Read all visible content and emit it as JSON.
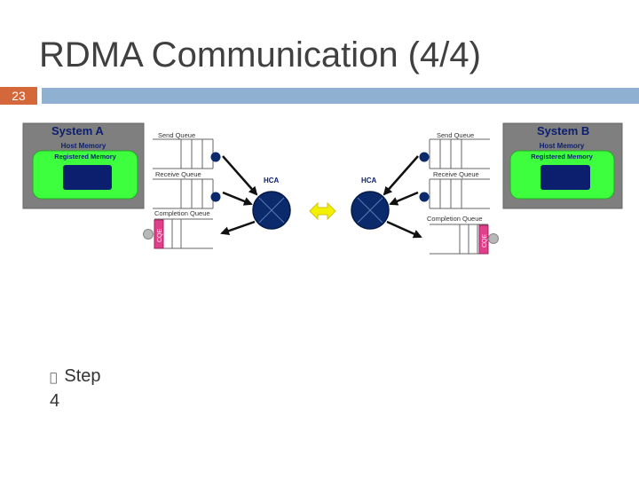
{
  "slide": {
    "title": "RDMA Communication (4/4)",
    "number": "23",
    "bullet_symbol": "",
    "bullet_text": "Step",
    "bullet_cont": "4"
  },
  "diagram": {
    "system_a": {
      "title": "System A",
      "host_memory": "Host Memory",
      "registered_memory": "Registered Memory"
    },
    "system_b": {
      "title": "System B",
      "host_memory": "Host Memory",
      "registered_memory": "Registered Memory"
    },
    "left": {
      "send_queue": "Send Queue",
      "receive_queue": "Receive Queue",
      "completion_queue": "Completion Queue",
      "hca": "HCA",
      "cqe": "CQE"
    },
    "right": {
      "send_queue": "Send Queue",
      "receive_queue": "Receive Queue",
      "completion_queue": "Completion Queue",
      "hca": "HCA",
      "cqe": "CQE"
    },
    "colors": {
      "system_box": "#7f7f7f",
      "memory_green": "#3dff3d",
      "buffer_blue": "#0b1f6e",
      "hca_blue": "#0a2a6c",
      "cqe_pink": "#e0408a",
      "link_yellow": "#f3f000"
    }
  }
}
